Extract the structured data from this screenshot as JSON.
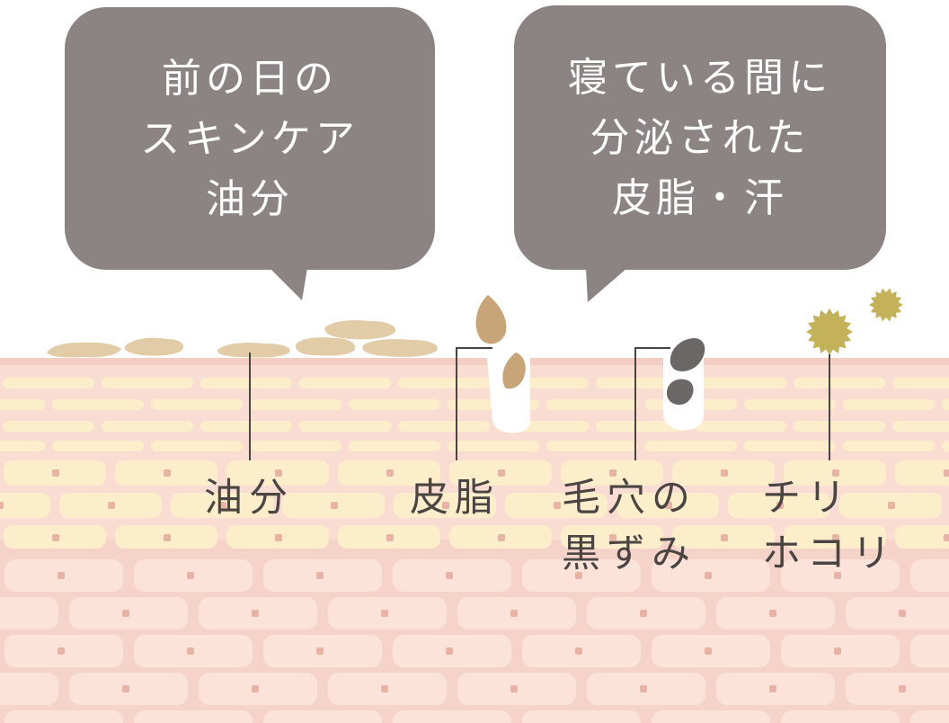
{
  "bubbles": {
    "left": {
      "lines": [
        "前の日の",
        "スキンケア",
        "油分"
      ]
    },
    "right": {
      "lines": [
        "寝ている間に",
        "分泌された",
        "皮脂・汗"
      ]
    }
  },
  "labels": {
    "oil": {
      "lines": [
        "油分"
      ]
    },
    "sebum": {
      "lines": [
        "皮脂"
      ]
    },
    "pore": {
      "lines": [
        "毛穴の",
        "黒ずみ"
      ]
    },
    "dust": {
      "lines": [
        "チリ",
        "ホコリ"
      ]
    }
  },
  "colors": {
    "bubble_fill": "#8b8482",
    "bubble_text": "#ffffff",
    "label_text": "#4a4442",
    "skin_top_line": "#f4cdc3",
    "upper_layer_bg": "#f9dcd2",
    "upper_cell": "#fdeecb",
    "lower_layer_bg": "#f6d3c9",
    "lower_cell": "#fbe3da",
    "cell_dot": "#e8b3a4",
    "oil_flake": "#e2cba7",
    "sebum": "#c8a479",
    "blackhead": "#6b6766",
    "dust": "#c4b25a",
    "leader_line": "#4a4442"
  }
}
